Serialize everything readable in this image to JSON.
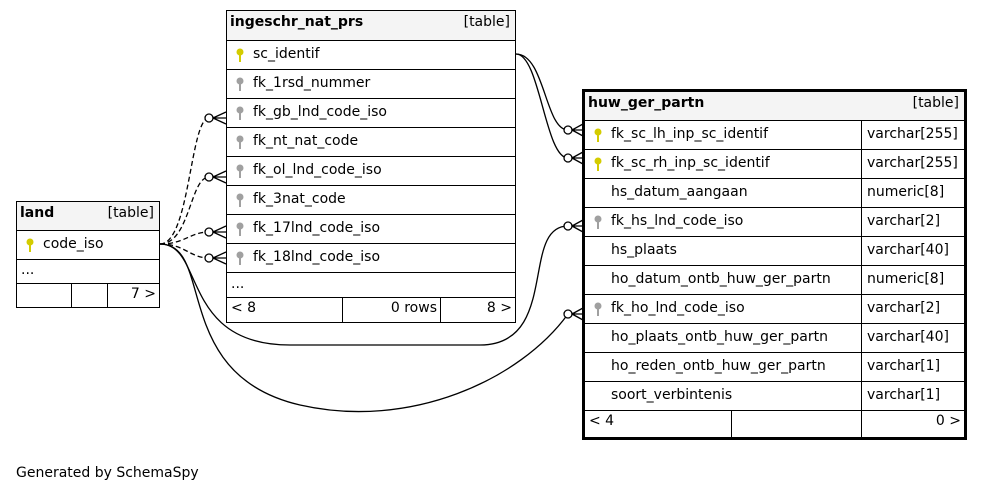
{
  "caption": "Generated by SchemaSpy",
  "tables": {
    "land": {
      "name": "land",
      "kind": "[table]",
      "columns": [
        {
          "name": "code_iso",
          "key": "primary"
        }
      ],
      "ellipsis": "...",
      "footer": {
        "cells": [
          "",
          "",
          "7 >"
        ]
      }
    },
    "ingeschr": {
      "name": "ingeschr_nat_prs",
      "kind": "[table]",
      "columns": [
        {
          "name": "sc_identif",
          "key": "primary"
        },
        {
          "name": "fk_1rsd_nummer",
          "key": "foreign"
        },
        {
          "name": "fk_gb_lnd_code_iso",
          "key": "foreign"
        },
        {
          "name": "fk_nt_nat_code",
          "key": "foreign"
        },
        {
          "name": "fk_ol_lnd_code_iso",
          "key": "foreign"
        },
        {
          "name": "fk_3nat_code",
          "key": "foreign"
        },
        {
          "name": "fk_17lnd_code_iso",
          "key": "foreign"
        },
        {
          "name": "fk_18lnd_code_iso",
          "key": "foreign"
        }
      ],
      "ellipsis": "...",
      "footer": {
        "cells": [
          "< 8",
          "0 rows",
          "8 >"
        ]
      }
    },
    "huw": {
      "name": "huw_ger_partn",
      "kind": "[table]",
      "columns": [
        {
          "name": "fk_sc_lh_inp_sc_identif",
          "type": "varchar[255]",
          "key": "primary"
        },
        {
          "name": "fk_sc_rh_inp_sc_identif",
          "type": "varchar[255]",
          "key": "primary"
        },
        {
          "name": "hs_datum_aangaan",
          "type": "numeric[8]",
          "key": "none"
        },
        {
          "name": "fk_hs_lnd_code_iso",
          "type": "varchar[2]",
          "key": "foreign"
        },
        {
          "name": "hs_plaats",
          "type": "varchar[40]",
          "key": "none"
        },
        {
          "name": "ho_datum_ontb_huw_ger_partn",
          "type": "numeric[8]",
          "key": "none"
        },
        {
          "name": "fk_ho_lnd_code_iso",
          "type": "varchar[2]",
          "key": "foreign"
        },
        {
          "name": "ho_plaats_ontb_huw_ger_partn",
          "type": "varchar[40]",
          "key": "none"
        },
        {
          "name": "ho_reden_ontb_huw_ger_partn",
          "type": "varchar[1]",
          "key": "none"
        },
        {
          "name": "soort_verbintenis",
          "type": "varchar[1]",
          "key": "none"
        }
      ],
      "footer": {
        "cells": [
          "< 4",
          "",
          "0 >"
        ]
      }
    }
  },
  "colors": {
    "primary_key": "#d4cc00",
    "foreign_key": "#a0a0a0",
    "header_bg": "#f4f4f4"
  },
  "icons": {
    "primary_key": "key-icon",
    "foreign_key": "key-icon"
  }
}
